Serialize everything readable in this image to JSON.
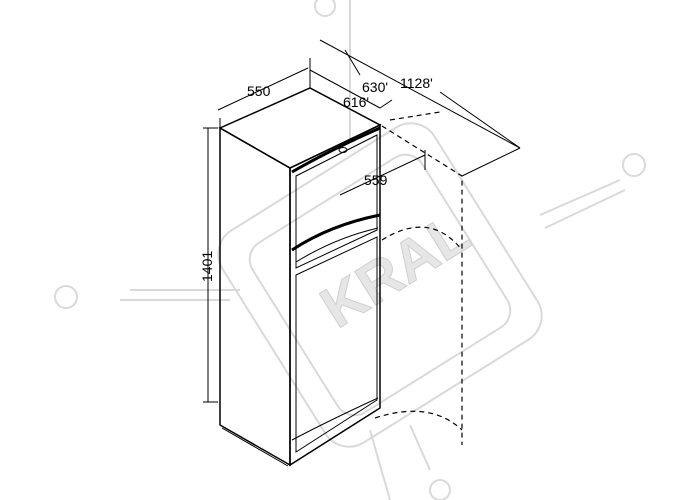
{
  "diagram": {
    "dimensions": {
      "width": "550",
      "depth_closed": "616'",
      "depth_open": "630'",
      "depth_door_open": "1128'",
      "inner_width": "559",
      "height": "1401"
    },
    "watermark": {
      "text": "KRAL"
    }
  }
}
